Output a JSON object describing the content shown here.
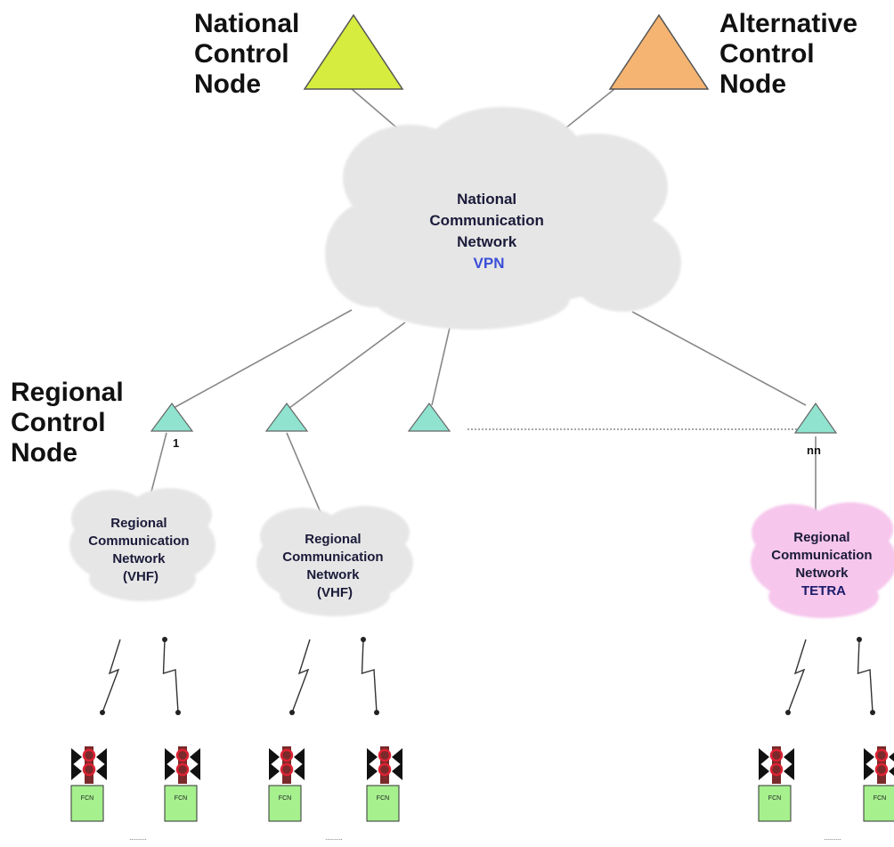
{
  "national_node": {
    "label_lines": [
      "National",
      "Control",
      "Node"
    ],
    "color": "#d6ec3e"
  },
  "alternative_node": {
    "label_lines": [
      "Alternative",
      "Control",
      "Node"
    ],
    "color": "#f5b472"
  },
  "national_network": {
    "lines": [
      "National",
      "Communication",
      "Network"
    ],
    "tag": "VPN",
    "tag_color": "#3b4fd6",
    "color": "#e6e6e6"
  },
  "regional_node": {
    "label_lines": [
      "Regional",
      "Control",
      "Node"
    ],
    "color": "#8fe3cf",
    "first_index": "1",
    "last_index": "nn"
  },
  "regional_networks": [
    {
      "lines": [
        "Regional",
        "Communication",
        "Network",
        "(VHF)"
      ],
      "color": "#e6e6e6"
    },
    {
      "lines": [
        "Regional",
        "Communication",
        "Network",
        "(VHF)"
      ],
      "color": "#e6e6e6"
    },
    {
      "lines": [
        "Regional",
        "Communication",
        "Network",
        "TETRA"
      ],
      "color": "#f6c6ec"
    }
  ],
  "terminals": {
    "label": "FCN",
    "ellipsis": "..........",
    "color": "#a6f08e"
  }
}
